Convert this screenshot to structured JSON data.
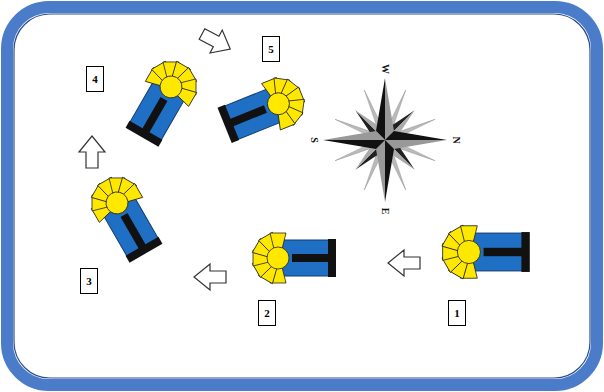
{
  "diagram": {
    "nodes": [
      {
        "text": [
          "1"
        ]
      },
      {
        "text": [
          "2"
        ]
      },
      {
        "text": [
          "3"
        ]
      },
      {
        "text": [
          "4"
        ]
      },
      {
        "text": [
          "5"
        ]
      }
    ],
    "labels": [
      "W",
      "N",
      "E",
      "S"
    ]
  }
}
